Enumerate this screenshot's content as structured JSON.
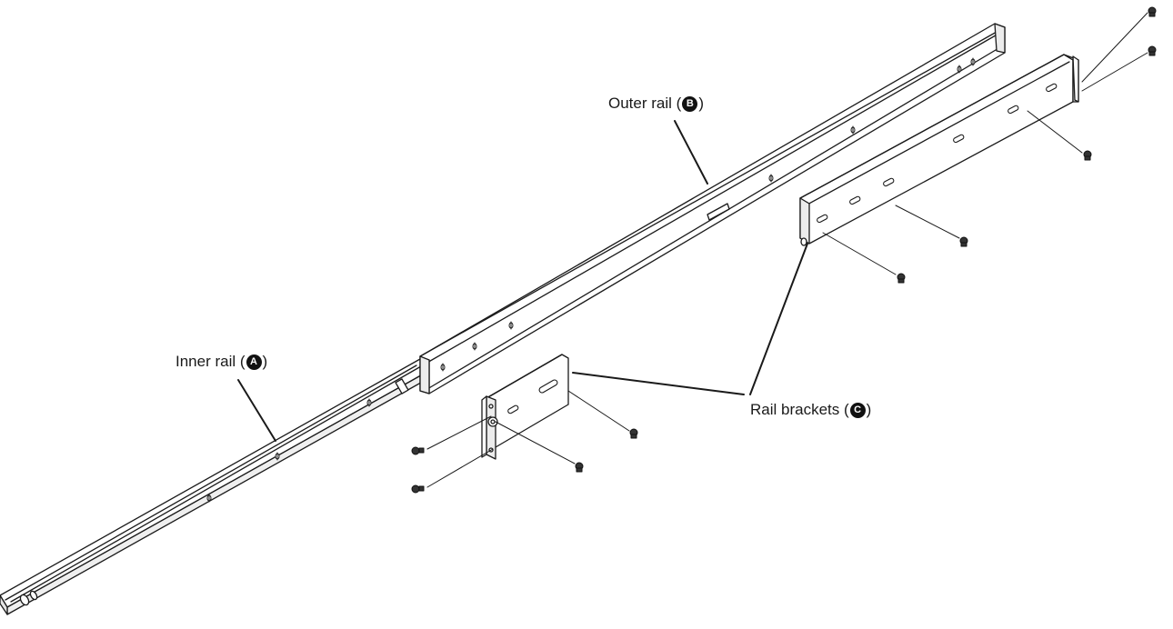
{
  "diagram": {
    "callouts": [
      {
        "id": "outer",
        "label": "Outer rail",
        "badge": "B"
      },
      {
        "id": "inner",
        "label": "Inner rail",
        "badge": "A"
      },
      {
        "id": "brackets",
        "label": "Rail brackets",
        "badge": "C"
      }
    ]
  },
  "colors": {
    "line": "#1a1a1a",
    "fill": "#ffffff",
    "shade": "#e9e9e9"
  }
}
